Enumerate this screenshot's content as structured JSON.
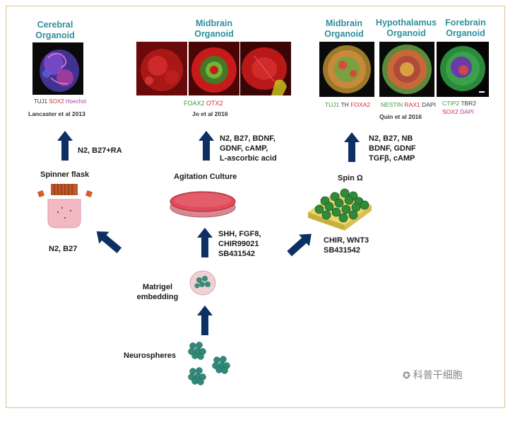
{
  "titles": {
    "cerebral": [
      "Cerebral",
      "Organoid"
    ],
    "midbrain_jo": [
      "Midbrain",
      "Organoid"
    ],
    "midbrain_quin": [
      "Midbrain",
      "Organoid"
    ],
    "hypothalamus": [
      "Hypothalamus",
      "Organoid"
    ],
    "forebrain": [
      "Forebrain",
      "Organoid"
    ]
  },
  "markers": {
    "cerebral": [
      "TUJ1",
      "SOX2",
      "Hoechst"
    ],
    "midbrain_jo": [
      "FOAX2",
      "OTX2"
    ],
    "midbrain_quin": [
      "TUJ1",
      "TH",
      "FOXA2"
    ],
    "hypothalamus": [
      "NESTIN",
      "RAX1",
      "DAPI"
    ],
    "forebrain_line1": [
      "CTIP2",
      "TBR2"
    ],
    "forebrain_line2": [
      "SOX2",
      "DAPI"
    ]
  },
  "citations": {
    "lancaster": "Lancaster et al 2013",
    "jo": "Jo et al 2016",
    "quin": "Quin et al 2016"
  },
  "methods": {
    "spinner": "Spinner flask",
    "agitation": "Agitation Culture",
    "spin": "Spin Ω",
    "matrigel": [
      "Matrigel",
      "embedding"
    ],
    "neurospheres": "Neurospheres"
  },
  "factors": {
    "cerebral_top": "N2, B27+RA",
    "cerebral_bottom": "N2, B27",
    "jo_top": [
      "N2, B27, BDNF,",
      "GDNF, cAMP,",
      "L-ascorbic acid"
    ],
    "jo_bottom": [
      "SHH, FGF8,",
      "CHIR99021",
      "SB431542"
    ],
    "quin_top": [
      "N2, B27, NB",
      "BDNF, GDNF",
      "TGFβ, cAMP"
    ],
    "quin_bottom": [
      "CHIR, WNT3",
      "SB431542"
    ]
  },
  "watermark": "科普干细胞",
  "colors": {
    "arrow": "#0d2f63",
    "title": "#2f8f9d"
  }
}
